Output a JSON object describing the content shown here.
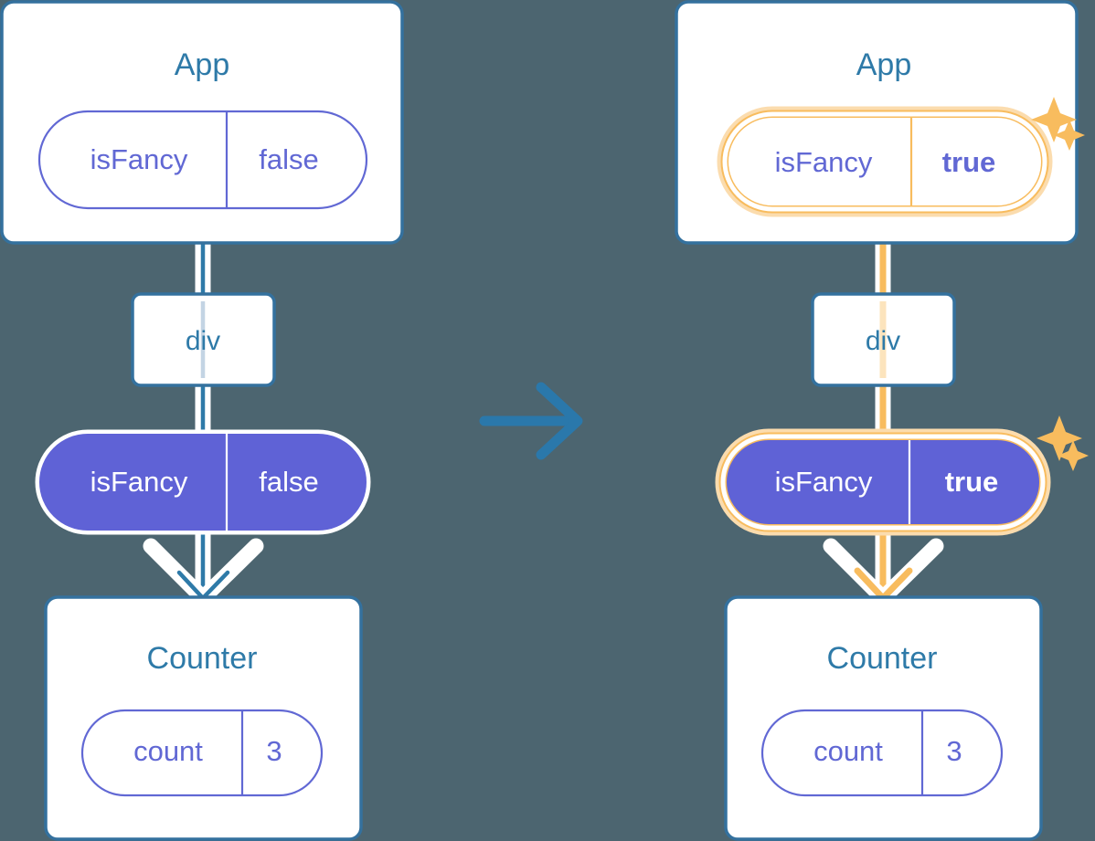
{
  "diagram": {
    "title": "React state propagation diagram",
    "background_color": "#4c6570",
    "transition_arrow": "arrow-right"
  },
  "colors": {
    "card_border": "#34719e",
    "card_fill": "#ffffff",
    "title_text": "#2e7aa8",
    "purple": "#5f62d6",
    "purple_text": "#6168d4",
    "highlight_orange": "#f8bc5e",
    "highlight_glow": "#fbdcae",
    "flow_blue": "#2e7aa8",
    "background": "#4c6570"
  },
  "panels": [
    {
      "id": "before",
      "app_card": {
        "title": "App",
        "state_pill": {
          "key": "isFancy",
          "value": "false",
          "style": "outline",
          "highlighted": false,
          "bold_value": false
        }
      },
      "div_node": {
        "label": "div"
      },
      "prop_pill": {
        "key": "isFancy",
        "value": "false",
        "style": "solid",
        "highlighted": false,
        "bold_value": false
      },
      "counter_card": {
        "title": "Counter",
        "state_pill": {
          "key": "count",
          "value": "3",
          "style": "outline",
          "highlighted": false,
          "bold_value": false
        }
      },
      "flow_color": "#2e7aa8",
      "sparkles": 0
    },
    {
      "id": "after",
      "app_card": {
        "title": "App",
        "state_pill": {
          "key": "isFancy",
          "value": "true",
          "style": "outline",
          "highlighted": true,
          "bold_value": true
        }
      },
      "div_node": {
        "label": "div"
      },
      "prop_pill": {
        "key": "isFancy",
        "value": "true",
        "style": "solid",
        "highlighted": true,
        "bold_value": true
      },
      "counter_card": {
        "title": "Counter",
        "state_pill": {
          "key": "count",
          "value": "3",
          "style": "outline",
          "highlighted": false,
          "bold_value": false
        }
      },
      "flow_color": "#f8bc5e",
      "sparkles": 2
    }
  ]
}
